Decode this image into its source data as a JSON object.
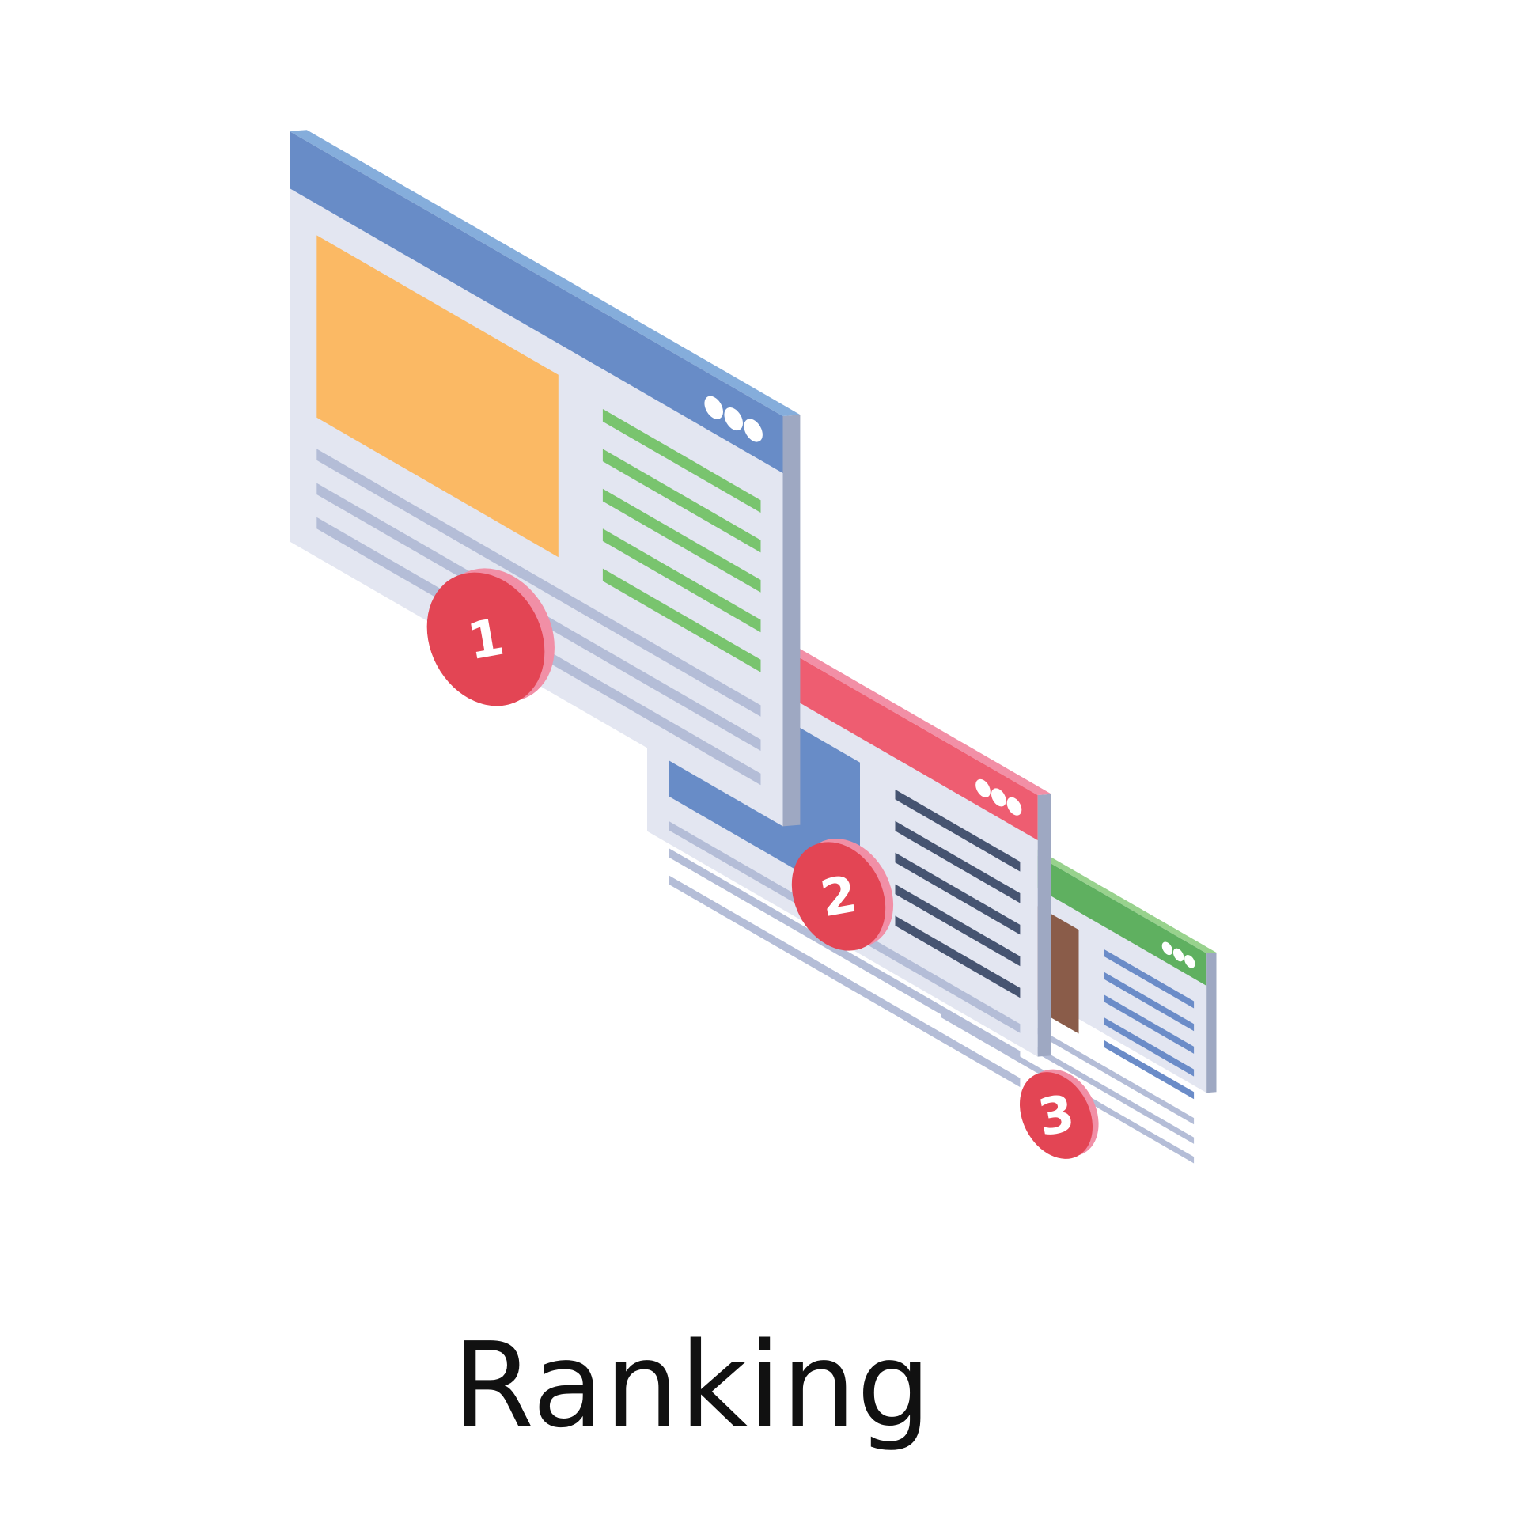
{
  "caption": "Ranking",
  "colors": {
    "window_body": "#e3e6f1",
    "window_edge": "#9ea8c2",
    "text_line_gray": "#b4bdd7",
    "badge_face": "#e34554",
    "badge_rim": "#f18fa6",
    "white": "#ffffff"
  },
  "windows": [
    {
      "rank": "1",
      "header_color": "#688cc7",
      "header_rim": "#85addb",
      "image_color": "#fbb964",
      "accent_lines_color": "#79c46e",
      "header_icon": "window-dots-icon"
    },
    {
      "rank": "2",
      "header_color": "#ee5d71",
      "header_rim": "#f28fa6",
      "image_color": "#688cc7",
      "accent_lines_color": "#465471",
      "header_icon": "window-dots-icon"
    },
    {
      "rank": "3",
      "header_color": "#5fb060",
      "header_rim": "#98d28d",
      "image_color": "#8a5c49",
      "accent_lines_color": "#6b8cc8",
      "header_icon": "window-dots-icon"
    }
  ]
}
